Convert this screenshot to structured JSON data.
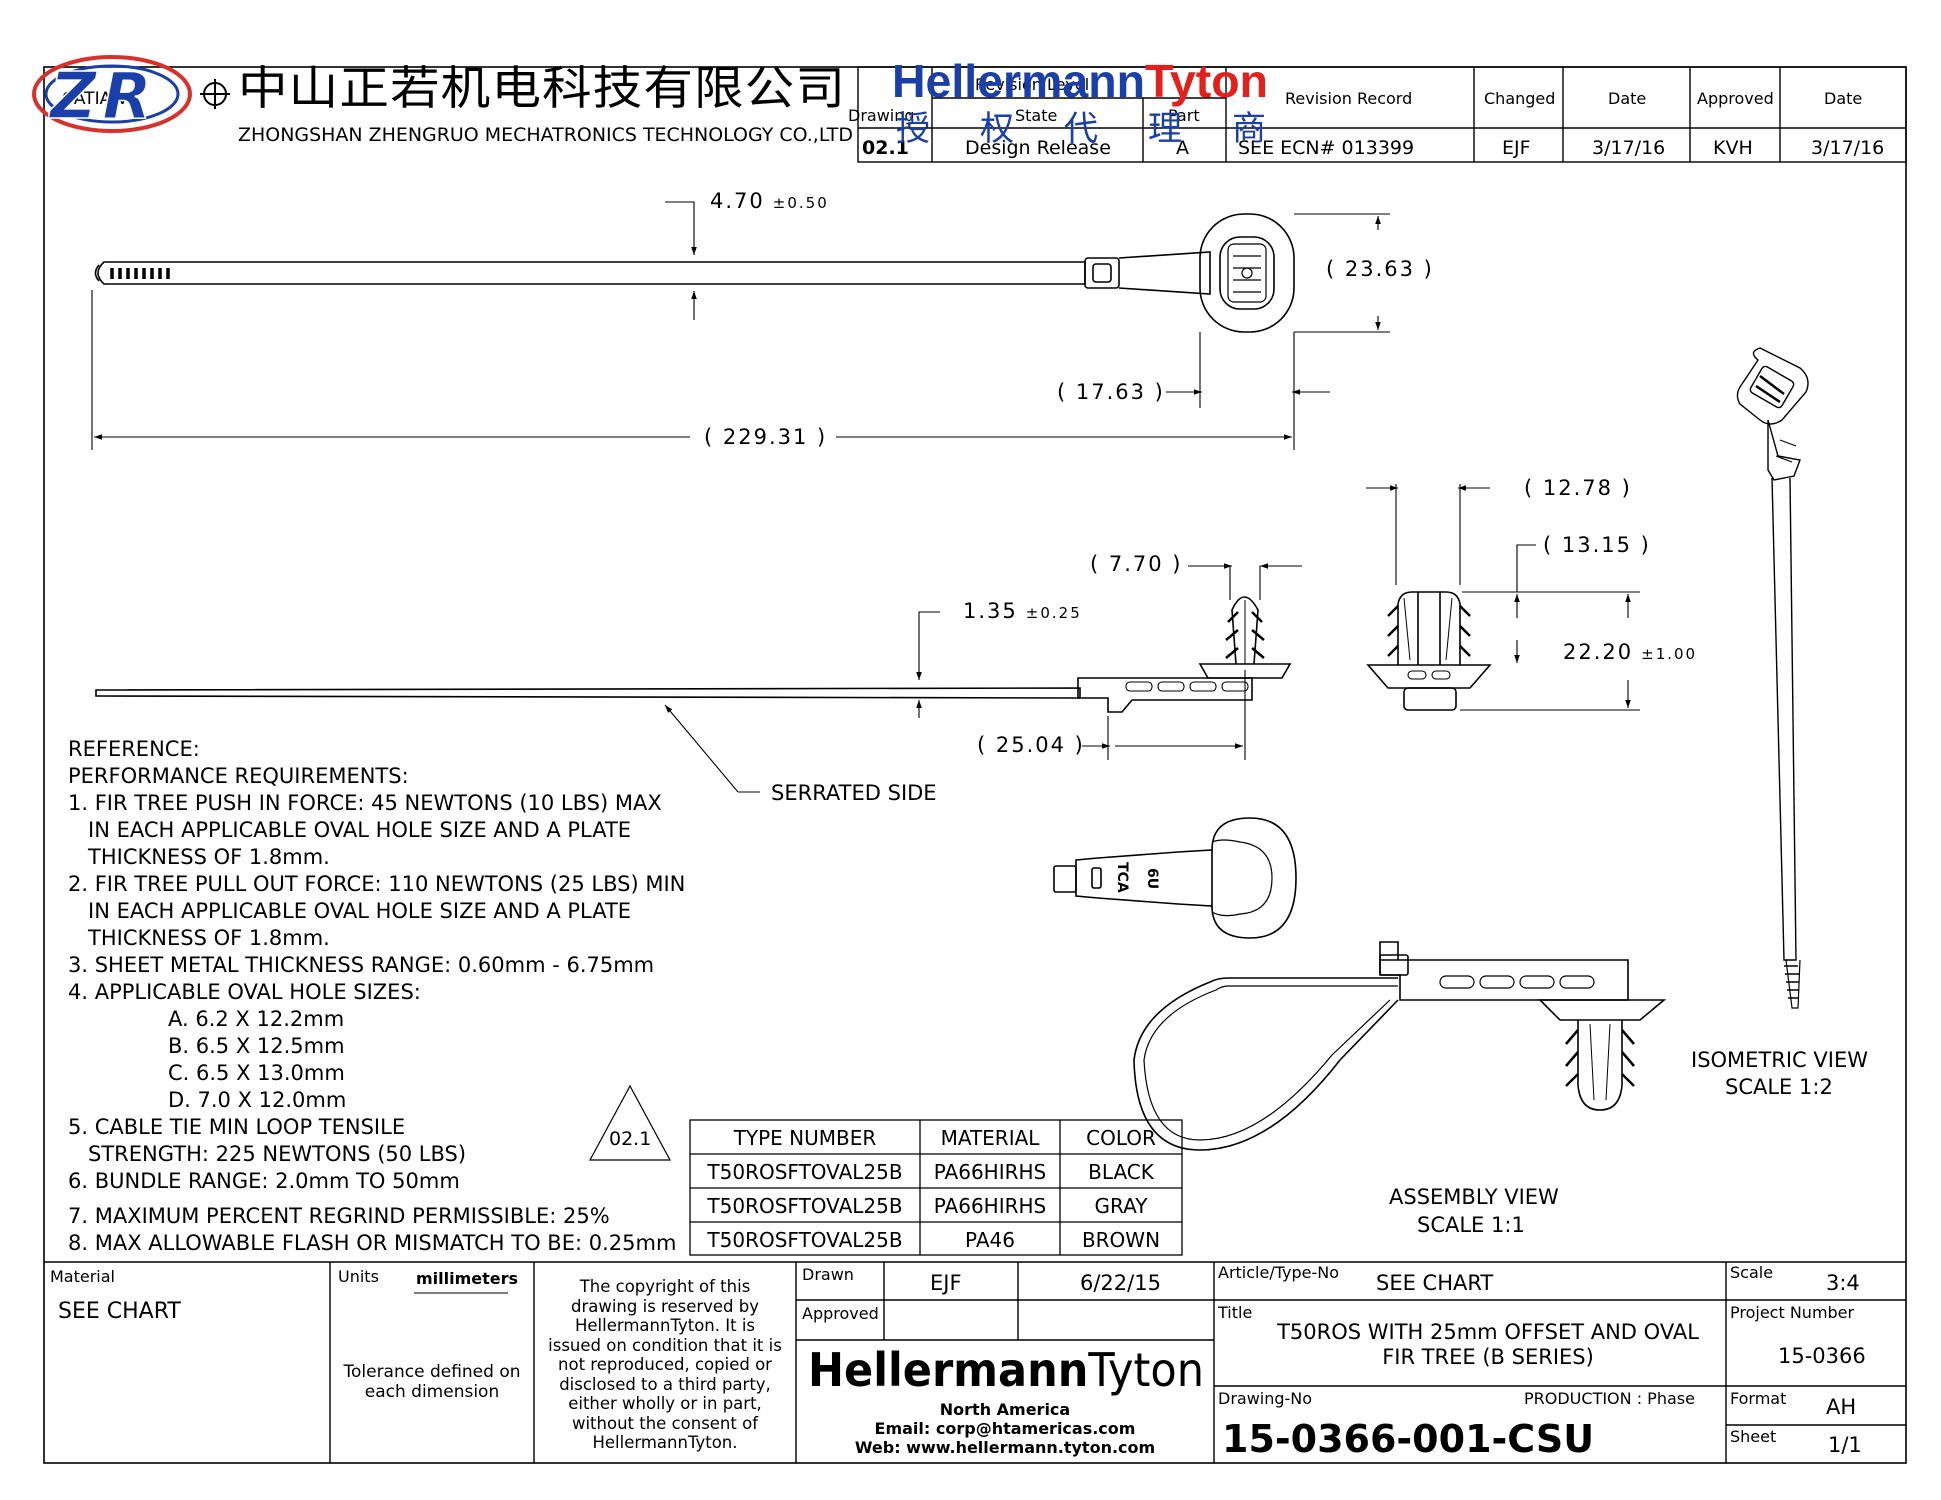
{
  "watermark": {
    "logo_text": "ZR",
    "company_cn": "中山正若机电科技有限公司",
    "company_en": "ZHONGSHAN ZHENGRUO MECHATRONICS TECHNOLOGY CO.,LTD",
    "brand_a": "Hellermann",
    "brand_b": "Tyton",
    "agent_chars": [
      "授",
      "权",
      "代",
      "理",
      "商"
    ]
  },
  "catia_label": "CATIA V5",
  "revision_block": {
    "headers": {
      "drawing": "Drawing",
      "revision_level": "Revision Level",
      "state": "State",
      "part": "Part",
      "revision_record": "Revision Record",
      "changed": "Changed",
      "date": "Date",
      "approved": "Approved",
      "date2": "Date"
    },
    "row": {
      "drawing": "02.1",
      "state": "Design Release",
      "part": "A",
      "revision_record": "SEE ECN#  013399",
      "changed": "EJF",
      "date": "3/17/16",
      "approved": "KVH",
      "date2": "3/17/16"
    }
  },
  "dimensions": {
    "d_4_70": "4.70",
    "d_4_70_tol": "±0.50",
    "d_23_63": "( 23.63 )",
    "d_17_63": "( 17.63 )",
    "d_229_31": "( 229.31 )",
    "d_12_78": "( 12.78 )",
    "d_13_15": "( 13.15 )",
    "d_7_70": "( 7.70 )",
    "d_1_35": "1.35",
    "d_1_35_tol": "±0.25",
    "d_22_20": "22.20",
    "d_22_20_tol": "±1.00",
    "d_25_04": "( 25.04 )"
  },
  "labels": {
    "serrated_side": "SERRATED SIDE",
    "iso_view": "ISOMETRIC VIEW",
    "iso_scale": "SCALE 1:2",
    "asm_view": "ASSEMBLY VIEW",
    "asm_scale": "SCALE 1:1",
    "part_mark_1": "6U",
    "part_mark_2": "TCA",
    "rev_triangle": "02.1"
  },
  "notes": [
    "REFERENCE:",
    "PERFORMANCE REQUIREMENTS:",
    "1. FIR TREE PUSH IN FORCE: 45 NEWTONS (10 LBS) MAX",
    "   IN EACH APPLICABLE OVAL HOLE SIZE AND A PLATE",
    "   THICKNESS OF 1.8mm.",
    "2. FIR TREE PULL OUT FORCE: 110 NEWTONS (25 LBS) MIN",
    "   IN EACH APPLICABLE OVAL HOLE SIZE AND A PLATE",
    "   THICKNESS OF 1.8mm.",
    "3. SHEET METAL THICKNESS RANGE: 0.60mm - 6.75mm",
    "4. APPLICABLE OVAL HOLE SIZES:",
    "A. 6.2 X 12.2mm",
    "B. 6.5 X 12.5mm",
    "C. 6.5 X 13.0mm",
    "D. 7.0 X 12.0mm",
    "5. CABLE TIE MIN LOOP TENSILE",
    "   STRENGTH: 225 NEWTONS (50 LBS)",
    "6. BUNDLE RANGE: 2.0mm TO 50mm",
    "7. MAXIMUM PERCENT REGRIND PERMISSIBLE: 25%",
    "8. MAX ALLOWABLE FLASH OR MISMATCH TO BE: 0.25mm"
  ],
  "material_table": {
    "headers": [
      "TYPE NUMBER",
      "MATERIAL",
      "COLOR"
    ],
    "rows": [
      [
        "T50ROSFTOVAL25B",
        "PA66HIRHS",
        "BLACK"
      ],
      [
        "T50ROSFTOVAL25B",
        "PA66HIRHS",
        "GRAY"
      ],
      [
        "T50ROSFTOVAL25B",
        "PA46",
        "BROWN"
      ]
    ]
  },
  "title_block": {
    "material_label": "Material",
    "material_value": "SEE CHART",
    "units_label": "Units",
    "units_value": "millimeters",
    "tolerance": [
      "Tolerance defined on",
      "each dimension"
    ],
    "copyright": [
      "The copyright of this",
      "drawing is reserved by",
      "HellermannTyton.  It is",
      "issued on condition that it is",
      "not reproduced, copied or",
      "disclosed to a third party,",
      "either wholly or in part,",
      "without the consent of",
      "HellermannTyton."
    ],
    "drawn_label": "Drawn",
    "drawn_by": "EJF",
    "drawn_date": "6/22/15",
    "approved_label": "Approved",
    "logo_a": "Hellermann",
    "logo_b": "Tyton",
    "region": "North America",
    "email": "Email: corp@htamericas.com",
    "web": "Web: www.hellermann.tyton.com",
    "article_label": "Article/Type-No",
    "article_value": "SEE CHART",
    "title_label": "Title",
    "title_lines": [
      "T50ROS WITH 25mm OFFSET AND OVAL",
      "FIR TREE (B SERIES)"
    ],
    "drawing_no_label": "Drawing-No",
    "phase": "PRODUCTION  : Phase",
    "drawing_no": "15-0366-001-CSU",
    "scale_label": "Scale",
    "scale_value": "3:4",
    "project_label": "Project Number",
    "project_value": "15-0366",
    "format_label": "Format",
    "format_value": "AH",
    "sheet_label": "Sheet",
    "sheet_value": "1/1"
  },
  "colors": {
    "brand_blue": "#1a3fa8",
    "brand_red": "#e3201b",
    "watermark_red": "#d8312b",
    "tyton_gray": "#8a8a8a",
    "line": "#000000"
  }
}
